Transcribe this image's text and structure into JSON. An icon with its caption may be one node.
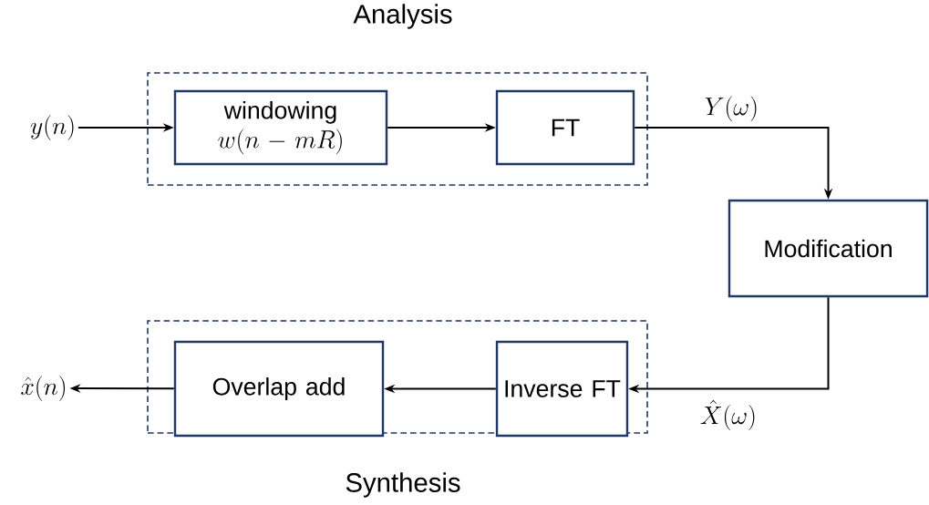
{
  "diagram": {
    "nodes": [
      {
        "text": [
          "Analysis"
        ]
      },
      {
        "text": [
          "windowing",
          "w(n-mR)"
        ],
        "in": 0
      },
      {
        "text": [
          "FT"
        ],
        "in": 0
      },
      {
        "text": [
          "Modification"
        ]
      },
      {
        "text": [
          "Synthesis"
        ]
      },
      {
        "text": [
          "Inverse FT"
        ],
        "in": 4
      },
      {
        "text": [
          "Overlap add"
        ],
        "in": 4
      },
      {
        "text": [
          "y(n)"
        ]
      },
      {
        "text": [
          "\\hat{x}(n)"
        ]
      }
    ],
    "edges": [
      {
        "from": 7,
        "to": 1,
        "arrow": "to"
      },
      {
        "from": 1,
        "to": 2,
        "arrow": "to"
      },
      {
        "from": 2,
        "to": 3,
        "arrow": "to",
        "label": "Y(\\omega)"
      },
      {
        "from": 3,
        "to": 5,
        "arrow": "to",
        "label": "\\hat{X}(\\omega)"
      },
      {
        "from": 5,
        "to": 6,
        "arrow": "to"
      },
      {
        "from": 6,
        "to": 8,
        "arrow": "to"
      }
    ]
  }
}
